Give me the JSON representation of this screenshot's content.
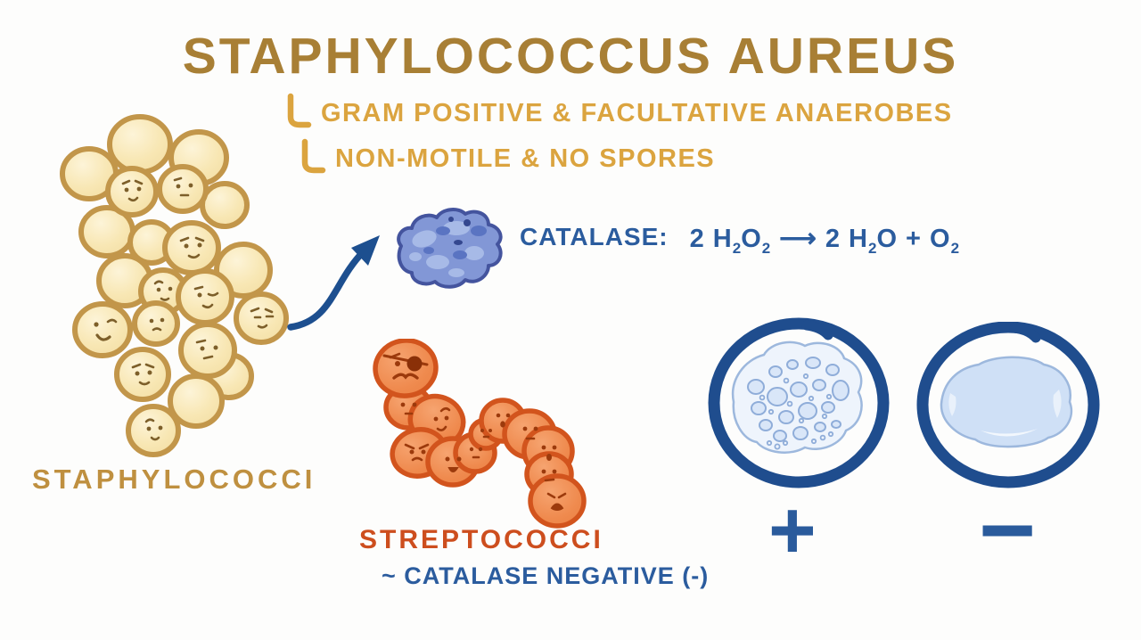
{
  "title": {
    "text": "STAPHYLOCOCCUS AUREUS"
  },
  "bullets": {
    "items": [
      {
        "label": "GRAM POSITIVE & FACULTATIVE ANAEROBES"
      },
      {
        "label": "NON-MOTILE & NO SPORES"
      }
    ]
  },
  "staphylococci": {
    "label": "STAPHYLOCOCCI"
  },
  "catalase": {
    "label": "CATALASE:",
    "equation": {
      "parts": [
        {
          "t": "2 H"
        },
        {
          "t": "2"
        },
        {
          "t": "O"
        },
        {
          "t": "2"
        },
        {
          "t": "⟶"
        },
        {
          "t": "2 H"
        },
        {
          "t": "2"
        },
        {
          "t": "O + O"
        },
        {
          "t": "2"
        }
      ]
    }
  },
  "streptococci": {
    "label": "STREPTOCOCCI",
    "note": "~ CATALASE NEGATIVE (-)"
  },
  "catalase_test": {
    "positive_sign": "+",
    "negative_sign": "−"
  },
  "icons": {
    "bullet_mark": "elbow-connector-mark",
    "staph_cluster": "staphylococci-cluster-illustration",
    "curved_arrow": "curved-arrow-to-enzyme",
    "catalase_enzyme": "catalase-enzyme-blob",
    "strep_chain": "streptococci-chain-illustration",
    "petri_positive": "petri-dish-bubbly-colony",
    "petri_negative": "petri-dish-smooth-colony"
  },
  "colors": {
    "title_brown": "#a87f35",
    "bullet_gold": "#dba43f",
    "staph_fill": "#f8e7b4",
    "staph_outline": "#c2964a",
    "staph_label": "#bf9040",
    "blue_text": "#2b5c9e",
    "arrow_blue": "#1d4f8f",
    "dish_ring": "#1f4d8e",
    "enzyme_fill": "#8297d6",
    "strep_fill": "#ef8a4e",
    "strep_outline": "#d2541d",
    "strep_label": "#cd4e1e",
    "colony_light": "#dbe8f9"
  }
}
